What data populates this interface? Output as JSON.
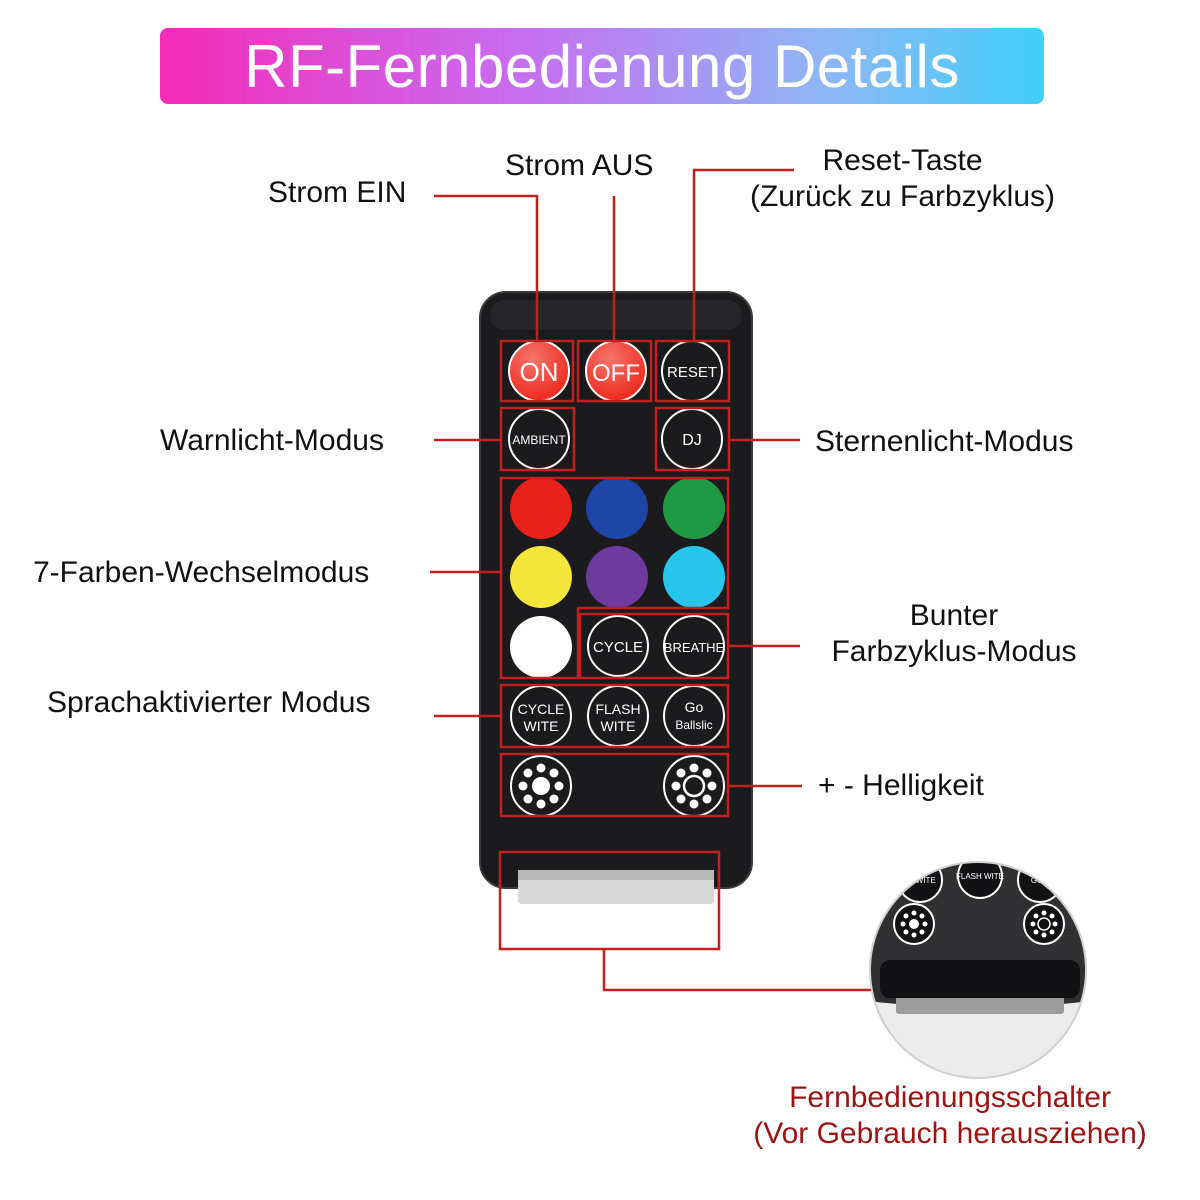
{
  "title": "RF-Fernbedienung Details",
  "labels": {
    "power_on": "Strom EIN",
    "power_off": "Strom AUS",
    "reset_line1": "Reset-Taste",
    "reset_line2": "(Zurück zu Farbzyklus)",
    "warning_mode": "Warnlicht-Modus",
    "star_mode": "Sternenlicht-Modus",
    "seven_color": "7-Farben-Wechselmodus",
    "cycle_line1": "Bunter",
    "cycle_line2": "Farbzyklus-Modus",
    "voice_mode": "Sprachaktivierter Modus",
    "brightness": "+ - Helligkeit",
    "switch_line1": "Fernbedienungsschalter",
    "switch_line2": "(Vor Gebrauch herausziehen)"
  },
  "remote_buttons": {
    "on": "ON",
    "off": "OFF",
    "reset": "RESET",
    "ambient": "AMBIENT",
    "dj": "DJ",
    "cycle": "CYCLE",
    "breathe": "BREATHE",
    "cycle_wite_1": "CYCLE",
    "cycle_wite_2": "WITE",
    "flash_wite_1": "FLASH",
    "flash_wite_2": "WITE",
    "go_1": "Go",
    "go_2": "Ballslic"
  },
  "zoom_buttons": {
    "left": "E WITE",
    "middle": "FLASH WITE",
    "right": "Go B"
  },
  "colors": {
    "callout_line": "#c21f1f",
    "remote_body": "#1b1b1d",
    "on_off_button": "#ee2a1e",
    "red": "#e8221a",
    "blue": "#1f44a8",
    "green": "#1f9a44",
    "yellow": "#f6e53a",
    "purple": "#6f3aa0",
    "cyan": "#27c4ec",
    "white": "#ffffff"
  }
}
